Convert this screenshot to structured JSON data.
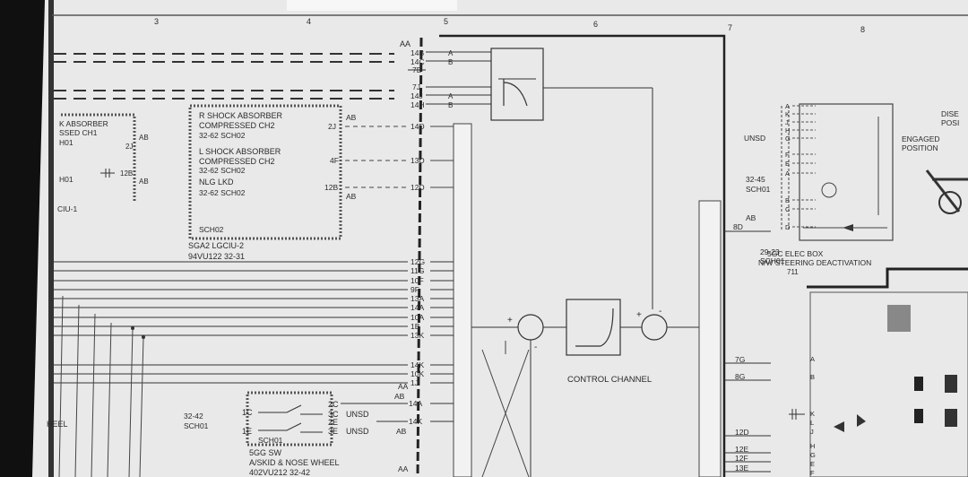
{
  "page": {
    "grid_numbers": [
      "3",
      "4",
      "5",
      "6",
      "7",
      "8"
    ],
    "sga2": {
      "title": "SGA2 LGCIU-2",
      "ref": "94VU122 32-31"
    },
    "sch02_label": "SCH02",
    "switch_groups": [
      {
        "line1": "R SHOCK ABSORBER",
        "line2": "COMPRESSED CH2",
        "ref": "32-62 SCH02",
        "pin": "2J",
        "conn": "AB"
      },
      {
        "line1": "L SHOCK ABSORBER",
        "line2": "COMPRESSED CH2",
        "ref": "32-62 SCH02",
        "pin": "4F",
        "conn": ""
      },
      {
        "line1": "NLG LKD",
        "line2": "",
        "ref": "32-62 SCH02",
        "pin": "12B",
        "conn": "AB"
      }
    ],
    "left_block": {
      "line1": "K ABSORBER",
      "line2": "SSED CH1",
      "line3": "H01",
      "line4": "H01",
      "line5": "CIU-1",
      "pin1": "2J",
      "pin2": "12B",
      "conn1": "AB",
      "conn2": "AB"
    },
    "connector_labels": {
      "aa_top": "AA",
      "aa_mid": "AA",
      "ab_mid": "AB",
      "aa_bottom": "AA",
      "ab_low": "AB"
    },
    "top_pins": [
      "14B",
      "14C",
      "7B",
      "7J",
      "14J",
      "14H"
    ],
    "top_pin_letters": [
      "A",
      "B",
      "A",
      "B"
    ],
    "mid_pins": [
      "14D",
      "13D",
      "12D"
    ],
    "bus_pins": [
      "12G",
      "11G",
      "10F",
      "9F",
      "13A",
      "14A",
      "10A",
      "1B",
      "13K"
    ],
    "bus2_pins": [
      "14K",
      "10K",
      "1J"
    ],
    "low_pins": [
      "14A",
      "14K"
    ],
    "control_channel_label": "CONTROL CHANNEL",
    "sum_signs": [
      "+",
      "-",
      "+",
      "-"
    ],
    "sgg": {
      "title": "5GG SW",
      "line2": "A/SKID & NOSE WHEEL",
      "line3": "402VU212 32-42",
      "ref": "32-42",
      "ref2": "SCH01",
      "sch": "SCH01",
      "pins_left": [
        "1C",
        "1E"
      ],
      "pins_right": [
        "2C",
        "3C",
        "2E",
        "3E"
      ],
      "unsd1": "UNSD",
      "unsd2": "UNSD"
    },
    "wheel_label": "HEEL",
    "right_section": {
      "pins_8d": "8D",
      "ab": "AB",
      "ref_2923": "29-23",
      "sch01": "SCH01",
      "unsd": "UNSD",
      "ref_3245": "32-45",
      "sch01b": "SCH01",
      "pin_letters_top": [
        "A",
        "K",
        "J",
        "H",
        "G",
        "F",
        "E",
        "A",
        "B",
        "C",
        "D"
      ],
      "box_title": "5GC ELEC BOX",
      "box_subtitle": "N/W STEERING DEACTIVATION",
      "box_num": "711",
      "engaged": "ENGAGED",
      "position": "POSITION",
      "dise": "DISE",
      "posi": "POSI",
      "pins_low": [
        "7G",
        "8G",
        "12D",
        "12E",
        "12F",
        "13E"
      ],
      "pin_letters_low": [
        "A",
        "B",
        "K",
        "L",
        "J",
        "H",
        "G",
        "E",
        "F"
      ]
    }
  }
}
